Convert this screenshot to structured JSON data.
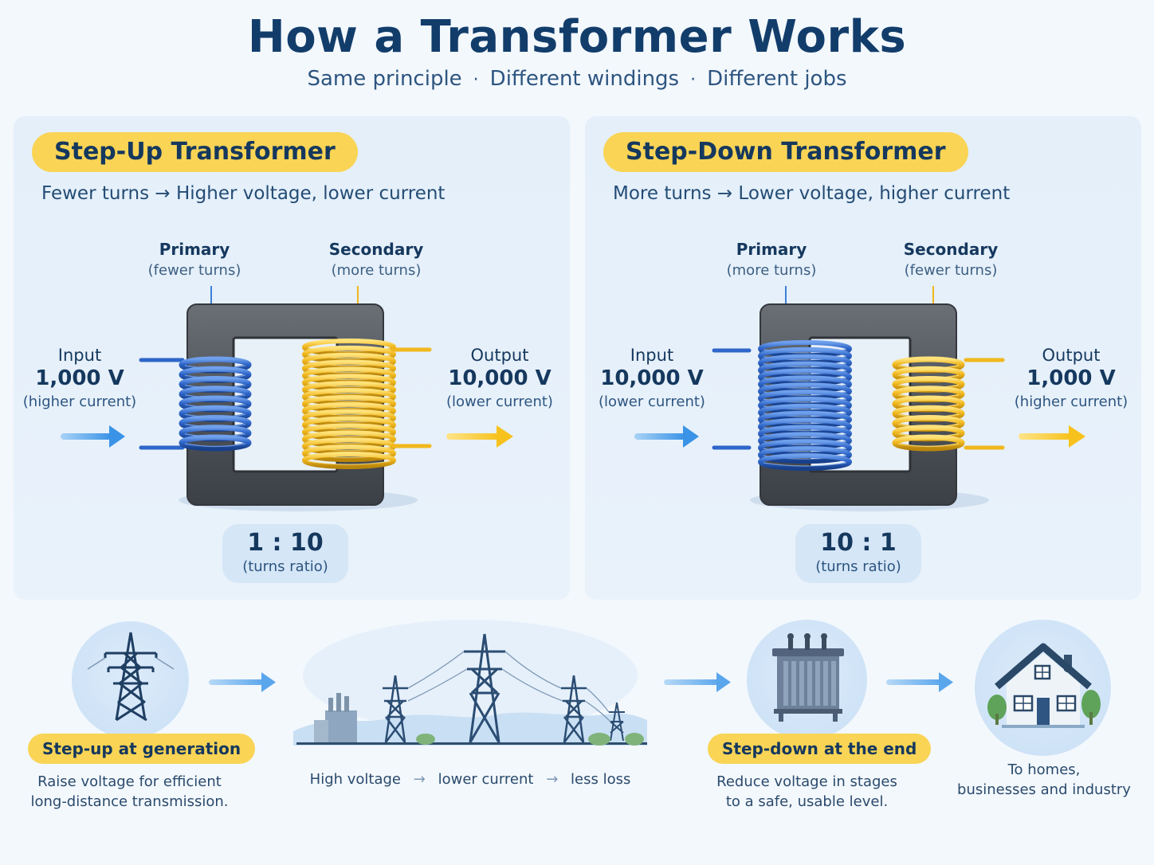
{
  "header": {
    "title": "How a Transformer Works",
    "subtitle_parts": [
      "Same principle",
      "Different windings",
      "Different jobs"
    ],
    "separator": "·"
  },
  "step_up": {
    "title": "Step-Up Transformer",
    "tagline": "Fewer turns → Higher voltage, lower current",
    "primary_label": "Primary",
    "primary_note": "(fewer turns)",
    "secondary_label": "Secondary",
    "secondary_note": "(more turns)",
    "input_label": "Input",
    "input_value": "1,000 V",
    "input_note": "(higher current)",
    "output_label": "Output",
    "output_value": "10,000 V",
    "output_note": "(lower current)",
    "ratio": "1 : 10",
    "ratio_note": "(turns ratio)"
  },
  "step_down": {
    "title": "Step-Down Transformer",
    "tagline": "More turns → Lower voltage, higher current",
    "primary_label": "Primary",
    "primary_note": "(more turns)",
    "secondary_label": "Secondary",
    "secondary_note": "(fewer turns)",
    "input_label": "Input",
    "input_value": "10,000 V",
    "input_note": "(lower current)",
    "output_label": "Output",
    "output_value": "1,000 V",
    "output_note": "(higher current)",
    "ratio": "10 : 1",
    "ratio_note": "(turns ratio)"
  },
  "flow": {
    "generation_title": "Step-up at generation",
    "generation_line1": "Raise voltage for efficient",
    "generation_line2": "long-distance transmission.",
    "transmission_parts": [
      "High voltage",
      "lower current",
      "less loss"
    ],
    "transmission_arrow": "→",
    "end_title": "Step-down at the end",
    "end_line1": "Reduce voltage in stages",
    "end_line2": "to a safe, usable level.",
    "homes_line1": "To homes,",
    "homes_line2": "businesses and industry"
  },
  "colors": {
    "primary_coil": "#2f66c9",
    "secondary_coil": "#f0b81e",
    "core": "#4f545b",
    "highlight": "#f9d455",
    "title": "#123d6b",
    "input_arrow": "#3a93e6",
    "output_arrow": "#f7c21d"
  }
}
